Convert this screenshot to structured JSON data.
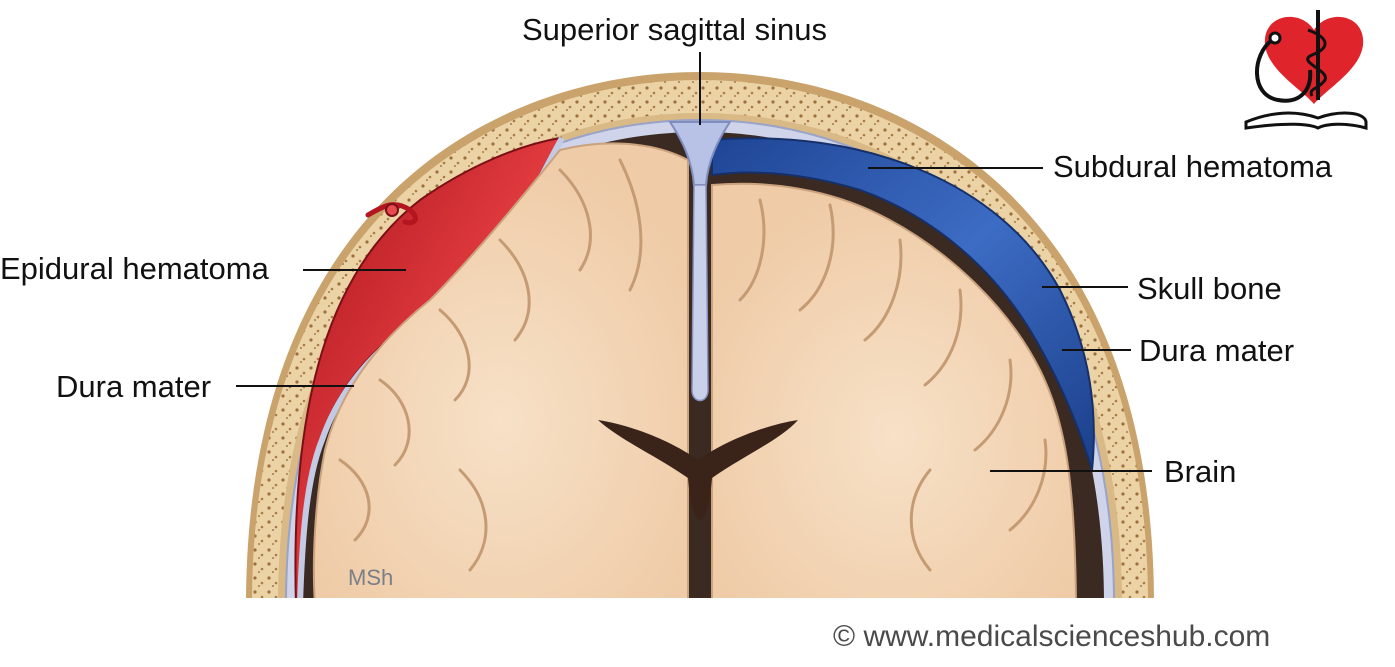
{
  "labels": {
    "superior_sagittal_sinus": "Superior sagittal sinus",
    "subdural_hematoma": "Subdural hematoma",
    "epidural_hematoma": "Epidural hematoma",
    "skull_bone": "Skull bone",
    "dura_mater_left": "Dura mater",
    "dura_mater_right": "Dura mater",
    "brain": "Brain"
  },
  "watermark": "MSh",
  "copyright": "© www.medicalscienceshub.com",
  "colors": {
    "epidural": "#c8222a",
    "subdural": "#2a56a8",
    "skull": "#e8cfa3",
    "dura": "#c7cde6",
    "brain": "#f3d6b8",
    "logo_heart": "#e0242b"
  }
}
